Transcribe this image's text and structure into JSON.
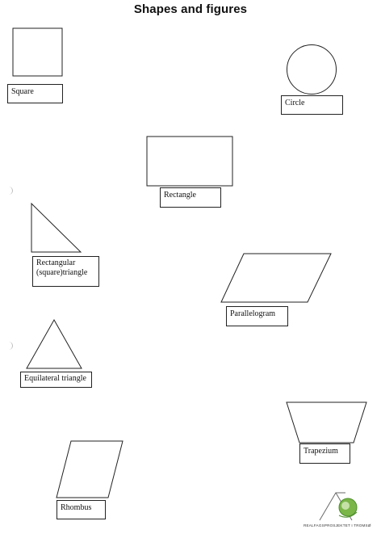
{
  "page": {
    "title": "Shapes and figures"
  },
  "labels": {
    "square": "Square",
    "circle": "Circle",
    "rectangle": "Rectangle",
    "right_triangle_line1": "Rectangular",
    "right_triangle_line2": "(square)triangle",
    "parallelogram": "Parallelogram",
    "equilateral_triangle": "Equilateral triangle",
    "trapezium": "Trapezium",
    "rhombus": "Rhombus"
  },
  "logo": {
    "text": "REALFAGSPROSJEKTET I TROMSØ",
    "colors": {
      "green": "#7ab648",
      "dark_green": "#4e8f2c",
      "outline": "#6a6a6a"
    }
  }
}
